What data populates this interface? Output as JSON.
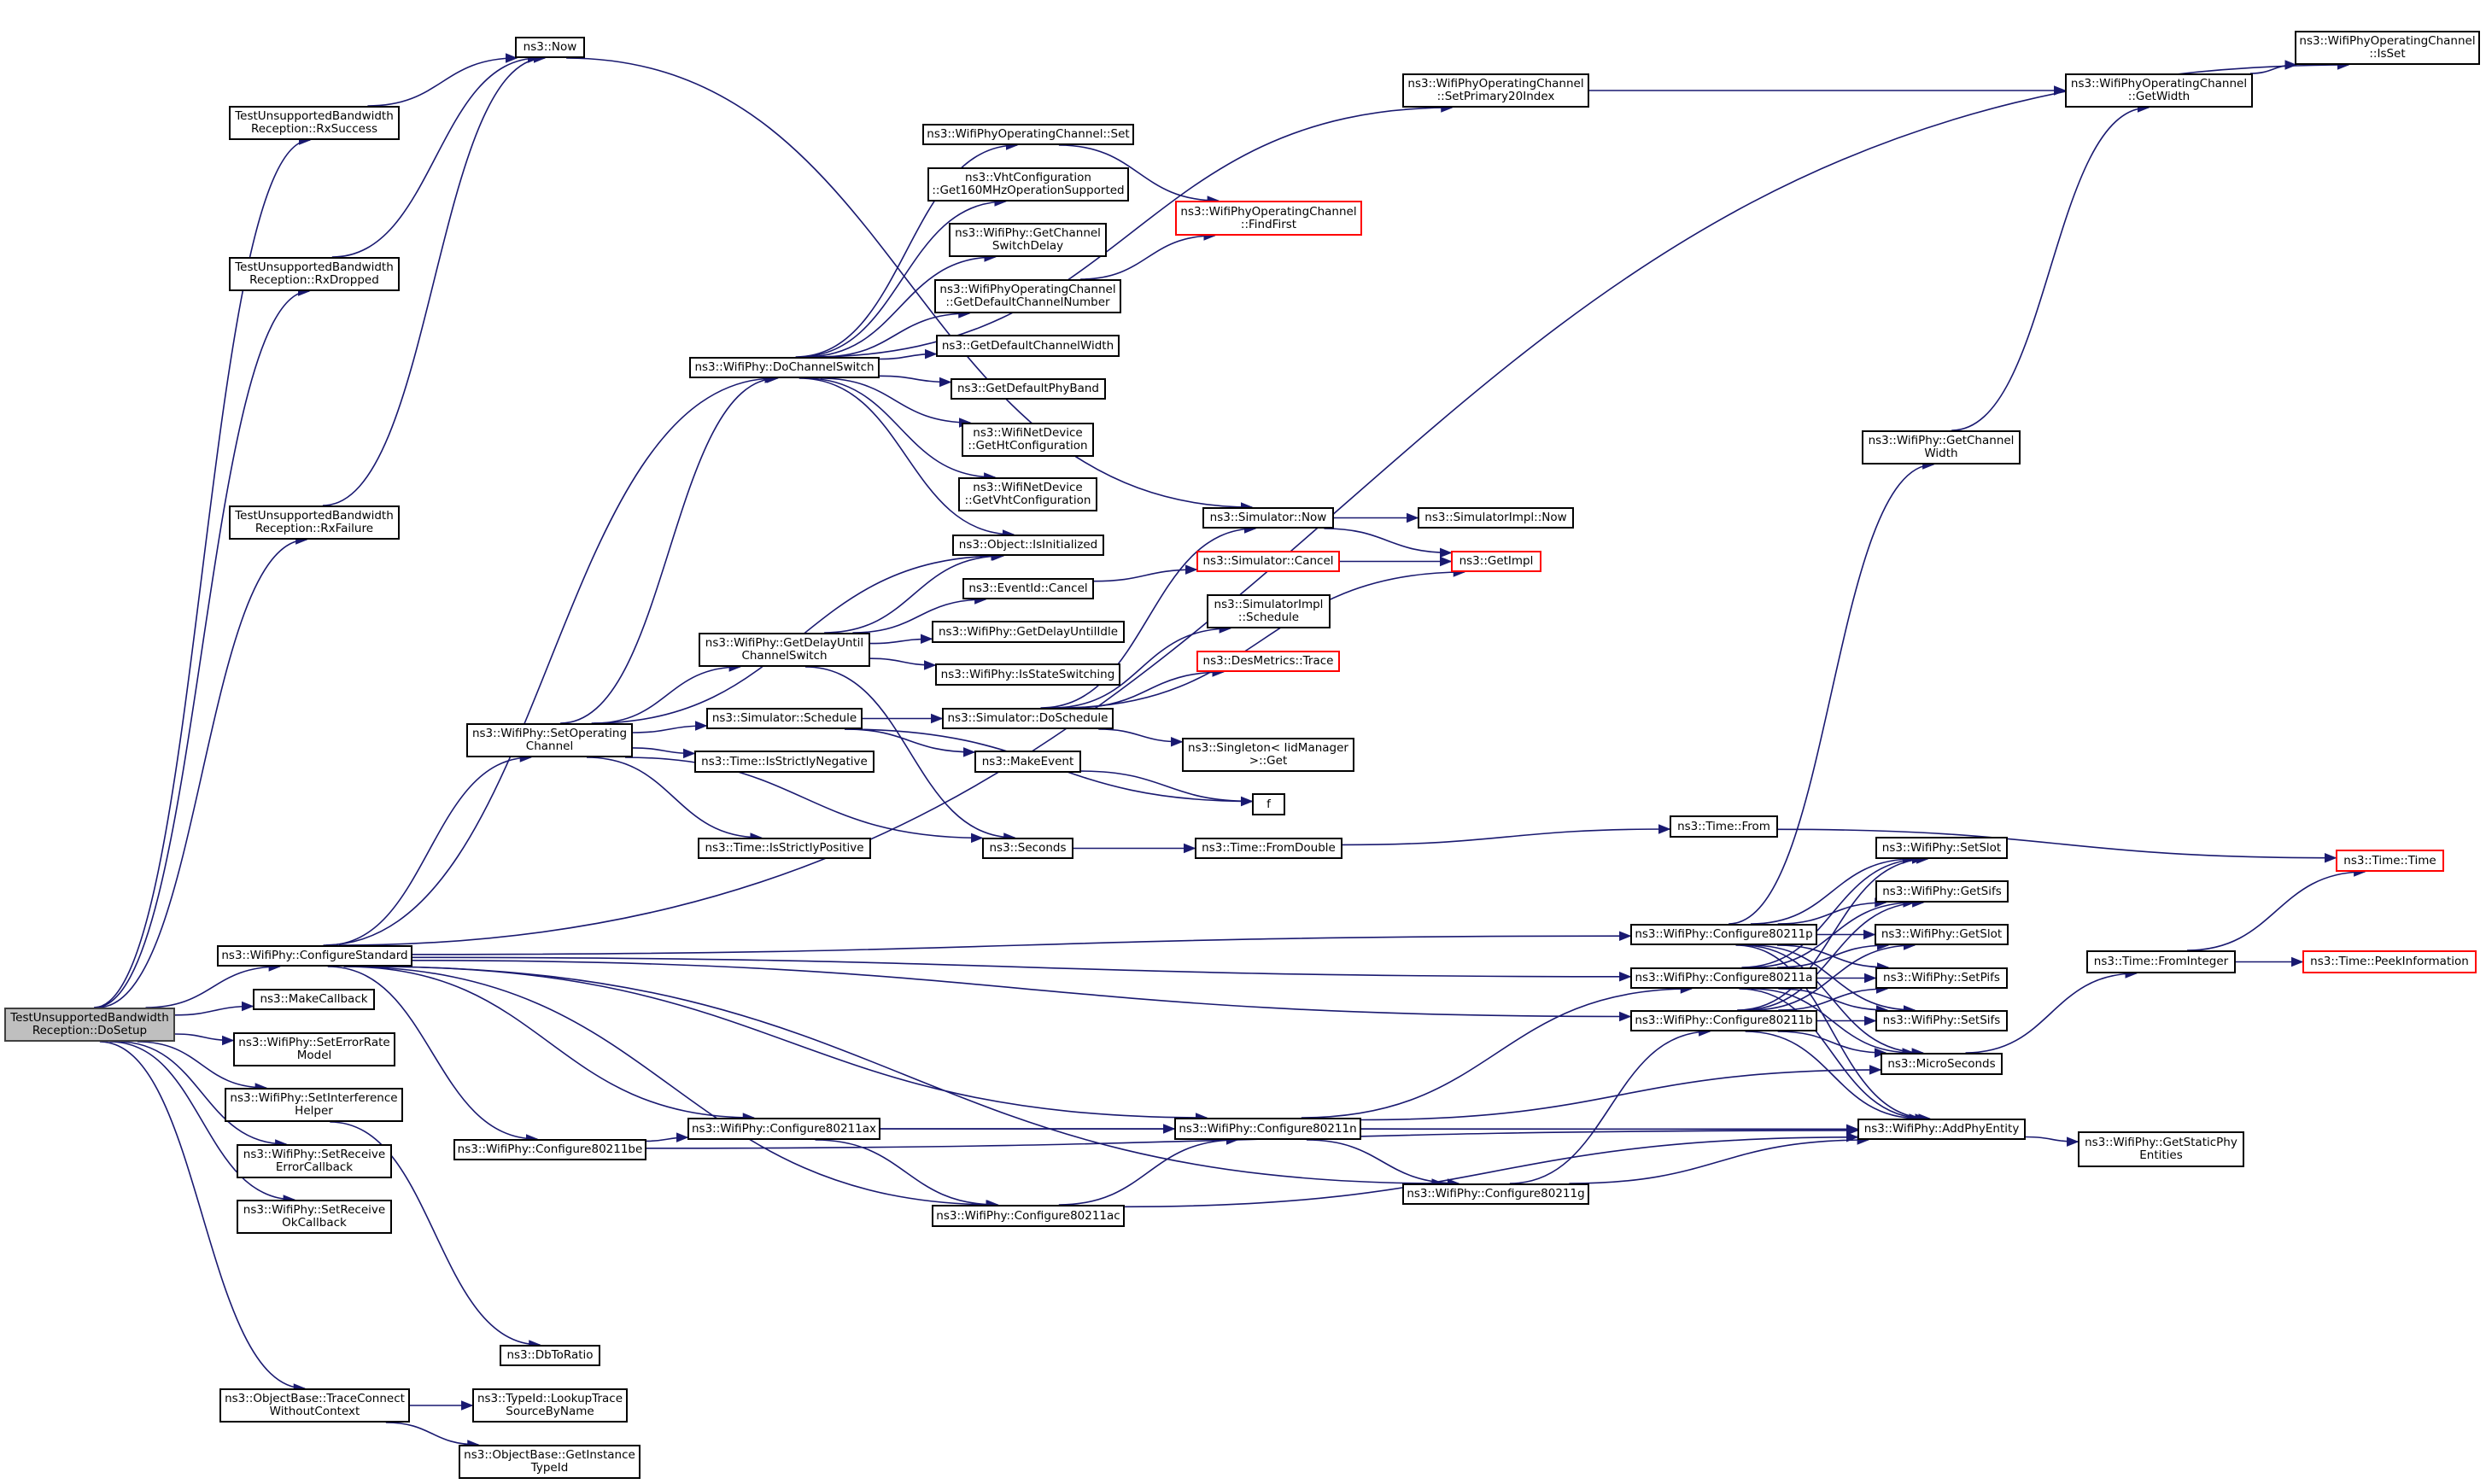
{
  "graph": {
    "type": "call-graph",
    "root": "DoSetup",
    "colors": {
      "edge": "#191970",
      "node_border": "#000000",
      "root_fill": "#bfbfbf",
      "external_border": "#ff0000",
      "background": "#ffffff"
    },
    "nodes": [
      {
        "id": "DoSetup",
        "label": "TestUnsupportedBandwidth\nReception::DoSetup",
        "kind": "root"
      },
      {
        "id": "RxSuccess",
        "label": "TestUnsupportedBandwidth\nReception::RxSuccess",
        "kind": "normal"
      },
      {
        "id": "RxDropped",
        "label": "TestUnsupportedBandwidth\nReception::RxDropped",
        "kind": "normal"
      },
      {
        "id": "RxFailure",
        "label": "TestUnsupportedBandwidth\nReception::RxFailure",
        "kind": "normal"
      },
      {
        "id": "Now",
        "label": "ns3::Now",
        "kind": "normal"
      },
      {
        "id": "ConfigureStandard",
        "label": "ns3::WifiPhy::ConfigureStandard",
        "kind": "normal"
      },
      {
        "id": "MakeCallback",
        "label": "ns3::MakeCallback",
        "kind": "normal"
      },
      {
        "id": "SetErrorRateModel",
        "label": "ns3::WifiPhy::SetErrorRate\nModel",
        "kind": "normal"
      },
      {
        "id": "SetInterferenceHelper",
        "label": "ns3::WifiPhy::SetInterference\nHelper",
        "kind": "normal"
      },
      {
        "id": "SetReceiveErrorCallback",
        "label": "ns3::WifiPhy::SetReceive\nErrorCallback",
        "kind": "normal"
      },
      {
        "id": "SetReceiveOkCallback",
        "label": "ns3::WifiPhy::SetReceive\nOkCallback",
        "kind": "normal"
      },
      {
        "id": "TraceConnectWithoutContext",
        "label": "ns3::ObjectBase::TraceConnect\nWithoutContext",
        "kind": "normal"
      },
      {
        "id": "LookupTraceSourceByName",
        "label": "ns3::TypeId::LookupTrace\nSourceByName",
        "kind": "normal"
      },
      {
        "id": "GetInstanceTypeId",
        "label": "ns3::ObjectBase::GetInstance\nTypeId",
        "kind": "normal"
      },
      {
        "id": "DbToRatio",
        "label": "ns3::DbToRatio",
        "kind": "normal"
      },
      {
        "id": "Configure80211be",
        "label": "ns3::WifiPhy::Configure80211be",
        "kind": "normal"
      },
      {
        "id": "Configure80211ax",
        "label": "ns3::WifiPhy::Configure80211ax",
        "kind": "normal"
      },
      {
        "id": "Configure80211ac",
        "label": "ns3::WifiPhy::Configure80211ac",
        "kind": "normal"
      },
      {
        "id": "Configure80211n",
        "label": "ns3::WifiPhy::Configure80211n",
        "kind": "normal"
      },
      {
        "id": "Configure80211g",
        "label": "ns3::WifiPhy::Configure80211g",
        "kind": "normal"
      },
      {
        "id": "Configure80211p",
        "label": "ns3::WifiPhy::Configure80211p",
        "kind": "normal"
      },
      {
        "id": "Configure80211a",
        "label": "ns3::WifiPhy::Configure80211a",
        "kind": "normal"
      },
      {
        "id": "Configure80211b",
        "label": "ns3::WifiPhy::Configure80211b",
        "kind": "normal"
      },
      {
        "id": "SetOperatingChannel",
        "label": "ns3::WifiPhy::SetOperating\nChannel",
        "kind": "normal"
      },
      {
        "id": "DoChannelSwitch",
        "label": "ns3::WifiPhy::DoChannelSwitch",
        "kind": "normal"
      },
      {
        "id": "OpChanSet",
        "label": "ns3::WifiPhyOperatingChannel::Set",
        "kind": "normal"
      },
      {
        "id": "Get160",
        "label": "ns3::VhtConfiguration\n::Get160MHzOperationSupported",
        "kind": "normal"
      },
      {
        "id": "GetChannelSwitchDelay",
        "label": "ns3::WifiPhy::GetChannel\nSwitchDelay",
        "kind": "normal"
      },
      {
        "id": "GetDefaultChannelNumber",
        "label": "ns3::WifiPhyOperatingChannel\n::GetDefaultChannelNumber",
        "kind": "normal"
      },
      {
        "id": "GetDefaultChannelWidth",
        "label": "ns3::GetDefaultChannelWidth",
        "kind": "normal"
      },
      {
        "id": "GetDefaultPhyBand",
        "label": "ns3::GetDefaultPhyBand",
        "kind": "normal"
      },
      {
        "id": "GetHtConfiguration",
        "label": "ns3::WifiNetDevice\n::GetHtConfiguration",
        "kind": "normal"
      },
      {
        "id": "GetVhtConfiguration",
        "label": "ns3::WifiNetDevice\n::GetVhtConfiguration",
        "kind": "normal"
      },
      {
        "id": "IsInitialized",
        "label": "ns3::Object::IsInitialized",
        "kind": "normal"
      },
      {
        "id": "FindFirst",
        "label": "ns3::WifiPhyOperatingChannel\n::FindFirst",
        "kind": "external"
      },
      {
        "id": "SetPrimary20Index",
        "label": "ns3::WifiPhyOperatingChannel\n::SetPrimary20Index",
        "kind": "normal"
      },
      {
        "id": "GetWidth",
        "label": "ns3::WifiPhyOperatingChannel\n::GetWidth",
        "kind": "normal"
      },
      {
        "id": "IsSet",
        "label": "ns3::WifiPhyOperatingChannel\n::IsSet",
        "kind": "normal"
      },
      {
        "id": "GetChannelWidth",
        "label": "ns3::WifiPhy::GetChannel\nWidth",
        "kind": "normal"
      },
      {
        "id": "GetDelayUntilChannelSwitch",
        "label": "ns3::WifiPhy::GetDelayUntil\nChannelSwitch",
        "kind": "normal"
      },
      {
        "id": "EventIdCancel",
        "label": "ns3::EventId::Cancel",
        "kind": "normal"
      },
      {
        "id": "GetDelayUntilIdle",
        "label": "ns3::WifiPhy::GetDelayUntilIdle",
        "kind": "normal"
      },
      {
        "id": "IsStateSwitching",
        "label": "ns3::WifiPhy::IsStateSwitching",
        "kind": "normal"
      },
      {
        "id": "SimulatorSchedule",
        "label": "ns3::Simulator::Schedule",
        "kind": "normal"
      },
      {
        "id": "DoSchedule",
        "label": "ns3::Simulator::DoSchedule",
        "kind": "normal"
      },
      {
        "id": "IsStrictlyNegative",
        "label": "ns3::Time::IsStrictlyNegative",
        "kind": "normal"
      },
      {
        "id": "IsStrictlyPositive",
        "label": "ns3::Time::IsStrictlyPositive",
        "kind": "normal"
      },
      {
        "id": "MakeEvent",
        "label": "ns3::MakeEvent",
        "kind": "normal"
      },
      {
        "id": "f",
        "label": "f",
        "kind": "normal"
      },
      {
        "id": "Seconds",
        "label": "ns3::Seconds",
        "kind": "normal"
      },
      {
        "id": "FromDouble",
        "label": "ns3::Time::FromDouble",
        "kind": "normal"
      },
      {
        "id": "TimeFrom",
        "label": "ns3::Time::From",
        "kind": "normal"
      },
      {
        "id": "TimeTime",
        "label": "ns3::Time::Time",
        "kind": "external"
      },
      {
        "id": "SimulatorNow",
        "label": "ns3::Simulator::Now",
        "kind": "normal"
      },
      {
        "id": "SimulatorImplNow",
        "label": "ns3::SimulatorImpl::Now",
        "kind": "normal"
      },
      {
        "id": "SimulatorCancel",
        "label": "ns3::Simulator::Cancel",
        "kind": "external"
      },
      {
        "id": "GetImpl",
        "label": "ns3::GetImpl",
        "kind": "external"
      },
      {
        "id": "SimulatorImplSchedule",
        "label": "ns3::SimulatorImpl\n::Schedule",
        "kind": "normal"
      },
      {
        "id": "DesMetricsTrace",
        "label": "ns3::DesMetrics::Trace",
        "kind": "external"
      },
      {
        "id": "SingletonGet",
        "label": "ns3::Singleton< IidManager\n>::Get",
        "kind": "normal"
      },
      {
        "id": "SetSlot",
        "label": "ns3::WifiPhy::SetSlot",
        "kind": "normal"
      },
      {
        "id": "GetSifs",
        "label": "ns3::WifiPhy::GetSifs",
        "kind": "normal"
      },
      {
        "id": "GetSlot",
        "label": "ns3::WifiPhy::GetSlot",
        "kind": "normal"
      },
      {
        "id": "SetPifs",
        "label": "ns3::WifiPhy::SetPifs",
        "kind": "normal"
      },
      {
        "id": "SetSifs",
        "label": "ns3::WifiPhy::SetSifs",
        "kind": "normal"
      },
      {
        "id": "MicroSeconds",
        "label": "ns3::MicroSeconds",
        "kind": "normal"
      },
      {
        "id": "AddPhyEntity",
        "label": "ns3::WifiPhy::AddPhyEntity",
        "kind": "normal"
      },
      {
        "id": "GetStaticPhyEntities",
        "label": "ns3::WifiPhy::GetStaticPhy\nEntities",
        "kind": "normal"
      },
      {
        "id": "FromInteger",
        "label": "ns3::Time::FromInteger",
        "kind": "normal"
      },
      {
        "id": "PeekInformation",
        "label": "ns3::Time::PeekInformation",
        "kind": "external"
      }
    ],
    "edges": [
      [
        "DoSetup",
        "RxSuccess"
      ],
      [
        "DoSetup",
        "RxDropped"
      ],
      [
        "DoSetup",
        "RxFailure"
      ],
      [
        "DoSetup",
        "ConfigureStandard"
      ],
      [
        "DoSetup",
        "MakeCallback"
      ],
      [
        "DoSetup",
        "SetErrorRateModel"
      ],
      [
        "DoSetup",
        "SetInterferenceHelper"
      ],
      [
        "DoSetup",
        "SetReceiveErrorCallback"
      ],
      [
        "DoSetup",
        "SetReceiveOkCallback"
      ],
      [
        "DoSetup",
        "TraceConnectWithoutContext"
      ],
      [
        "RxSuccess",
        "Now"
      ],
      [
        "RxDropped",
        "Now"
      ],
      [
        "RxFailure",
        "Now"
      ],
      [
        "Now",
        "SimulatorNow"
      ],
      [
        "ConfigureStandard",
        "IsSet"
      ],
      [
        "ConfigureStandard",
        "DoChannelSwitch"
      ],
      [
        "ConfigureStandard",
        "SetOperatingChannel"
      ],
      [
        "ConfigureStandard",
        "Configure80211p"
      ],
      [
        "ConfigureStandard",
        "Configure80211a"
      ],
      [
        "ConfigureStandard",
        "Configure80211b"
      ],
      [
        "ConfigureStandard",
        "Configure80211n"
      ],
      [
        "ConfigureStandard",
        "Configure80211ax"
      ],
      [
        "ConfigureStandard",
        "Configure80211be"
      ],
      [
        "ConfigureStandard",
        "Configure80211ac"
      ],
      [
        "ConfigureStandard",
        "Configure80211g"
      ],
      [
        "SetInterferenceHelper",
        "DbToRatio"
      ],
      [
        "TraceConnectWithoutContext",
        "LookupTraceSourceByName"
      ],
      [
        "TraceConnectWithoutContext",
        "GetInstanceTypeId"
      ],
      [
        "SetOperatingChannel",
        "DoChannelSwitch"
      ],
      [
        "SetOperatingChannel",
        "IsInitialized"
      ],
      [
        "SetOperatingChannel",
        "GetDelayUntilChannelSwitch"
      ],
      [
        "SetOperatingChannel",
        "SimulatorSchedule"
      ],
      [
        "SetOperatingChannel",
        "IsStrictlyNegative"
      ],
      [
        "SetOperatingChannel",
        "IsStrictlyPositive"
      ],
      [
        "SetOperatingChannel",
        "Seconds"
      ],
      [
        "DoChannelSwitch",
        "SetPrimary20Index"
      ],
      [
        "DoChannelSwitch",
        "OpChanSet"
      ],
      [
        "DoChannelSwitch",
        "Get160"
      ],
      [
        "DoChannelSwitch",
        "GetChannelSwitchDelay"
      ],
      [
        "DoChannelSwitch",
        "GetDefaultChannelNumber"
      ],
      [
        "DoChannelSwitch",
        "GetDefaultChannelWidth"
      ],
      [
        "DoChannelSwitch",
        "GetDefaultPhyBand"
      ],
      [
        "DoChannelSwitch",
        "GetHtConfiguration"
      ],
      [
        "DoChannelSwitch",
        "GetVhtConfiguration"
      ],
      [
        "DoChannelSwitch",
        "IsInitialized"
      ],
      [
        "OpChanSet",
        "FindFirst"
      ],
      [
        "GetDefaultChannelNumber",
        "FindFirst"
      ],
      [
        "SetPrimary20Index",
        "GetWidth"
      ],
      [
        "GetWidth",
        "IsSet"
      ],
      [
        "GetChannelWidth",
        "GetWidth"
      ],
      [
        "GetDelayUntilChannelSwitch",
        "IsInitialized"
      ],
      [
        "GetDelayUntilChannelSwitch",
        "EventIdCancel"
      ],
      [
        "GetDelayUntilChannelSwitch",
        "GetDelayUntilIdle"
      ],
      [
        "GetDelayUntilChannelSwitch",
        "IsStateSwitching"
      ],
      [
        "GetDelayUntilChannelSwitch",
        "Seconds"
      ],
      [
        "EventIdCancel",
        "SimulatorCancel"
      ],
      [
        "SimulatorCancel",
        "GetImpl"
      ],
      [
        "SimulatorSchedule",
        "DoSchedule"
      ],
      [
        "SimulatorSchedule",
        "MakeEvent"
      ],
      [
        "SimulatorSchedule",
        "f"
      ],
      [
        "DoSchedule",
        "SimulatorNow"
      ],
      [
        "DoSchedule",
        "SimulatorImplSchedule"
      ],
      [
        "DoSchedule",
        "DesMetricsTrace"
      ],
      [
        "DoSchedule",
        "SingletonGet"
      ],
      [
        "DoSchedule",
        "GetImpl"
      ],
      [
        "SimulatorNow",
        "SimulatorImplNow"
      ],
      [
        "SimulatorNow",
        "GetImpl"
      ],
      [
        "MakeEvent",
        "f"
      ],
      [
        "Seconds",
        "FromDouble"
      ],
      [
        "FromDouble",
        "TimeFrom"
      ],
      [
        "TimeFrom",
        "TimeTime"
      ],
      [
        "Configure80211p",
        "GetChannelWidth"
      ],
      [
        "Configure80211p",
        "SetSlot"
      ],
      [
        "Configure80211p",
        "GetSifs"
      ],
      [
        "Configure80211p",
        "GetSlot"
      ],
      [
        "Configure80211p",
        "SetPifs"
      ],
      [
        "Configure80211p",
        "SetSifs"
      ],
      [
        "Configure80211p",
        "MicroSeconds"
      ],
      [
        "Configure80211p",
        "AddPhyEntity"
      ],
      [
        "Configure80211a",
        "SetSlot"
      ],
      [
        "Configure80211a",
        "GetSifs"
      ],
      [
        "Configure80211a",
        "GetSlot"
      ],
      [
        "Configure80211a",
        "SetPifs"
      ],
      [
        "Configure80211a",
        "SetSifs"
      ],
      [
        "Configure80211a",
        "MicroSeconds"
      ],
      [
        "Configure80211a",
        "AddPhyEntity"
      ],
      [
        "Configure80211b",
        "SetSlot"
      ],
      [
        "Configure80211b",
        "GetSifs"
      ],
      [
        "Configure80211b",
        "GetSlot"
      ],
      [
        "Configure80211b",
        "SetPifs"
      ],
      [
        "Configure80211b",
        "SetSifs"
      ],
      [
        "Configure80211b",
        "MicroSeconds"
      ],
      [
        "Configure80211b",
        "AddPhyEntity"
      ],
      [
        "Configure80211be",
        "Configure80211ax"
      ],
      [
        "Configure80211be",
        "AddPhyEntity"
      ],
      [
        "Configure80211ax",
        "Configure80211n"
      ],
      [
        "Configure80211ax",
        "Configure80211ac"
      ],
      [
        "Configure80211ax",
        "AddPhyEntity"
      ],
      [
        "Configure80211ac",
        "Configure80211n"
      ],
      [
        "Configure80211ac",
        "AddPhyEntity"
      ],
      [
        "Configure80211n",
        "Configure80211a"
      ],
      [
        "Configure80211n",
        "Configure80211g"
      ],
      [
        "Configure80211n",
        "MicroSeconds"
      ],
      [
        "Configure80211n",
        "AddPhyEntity"
      ],
      [
        "Configure80211g",
        "Configure80211b"
      ],
      [
        "Configure80211g",
        "AddPhyEntity"
      ],
      [
        "AddPhyEntity",
        "GetStaticPhyEntities"
      ],
      [
        "MicroSeconds",
        "FromInteger"
      ],
      [
        "FromInteger",
        "TimeTime"
      ],
      [
        "FromInteger",
        "PeekInformation"
      ]
    ]
  }
}
